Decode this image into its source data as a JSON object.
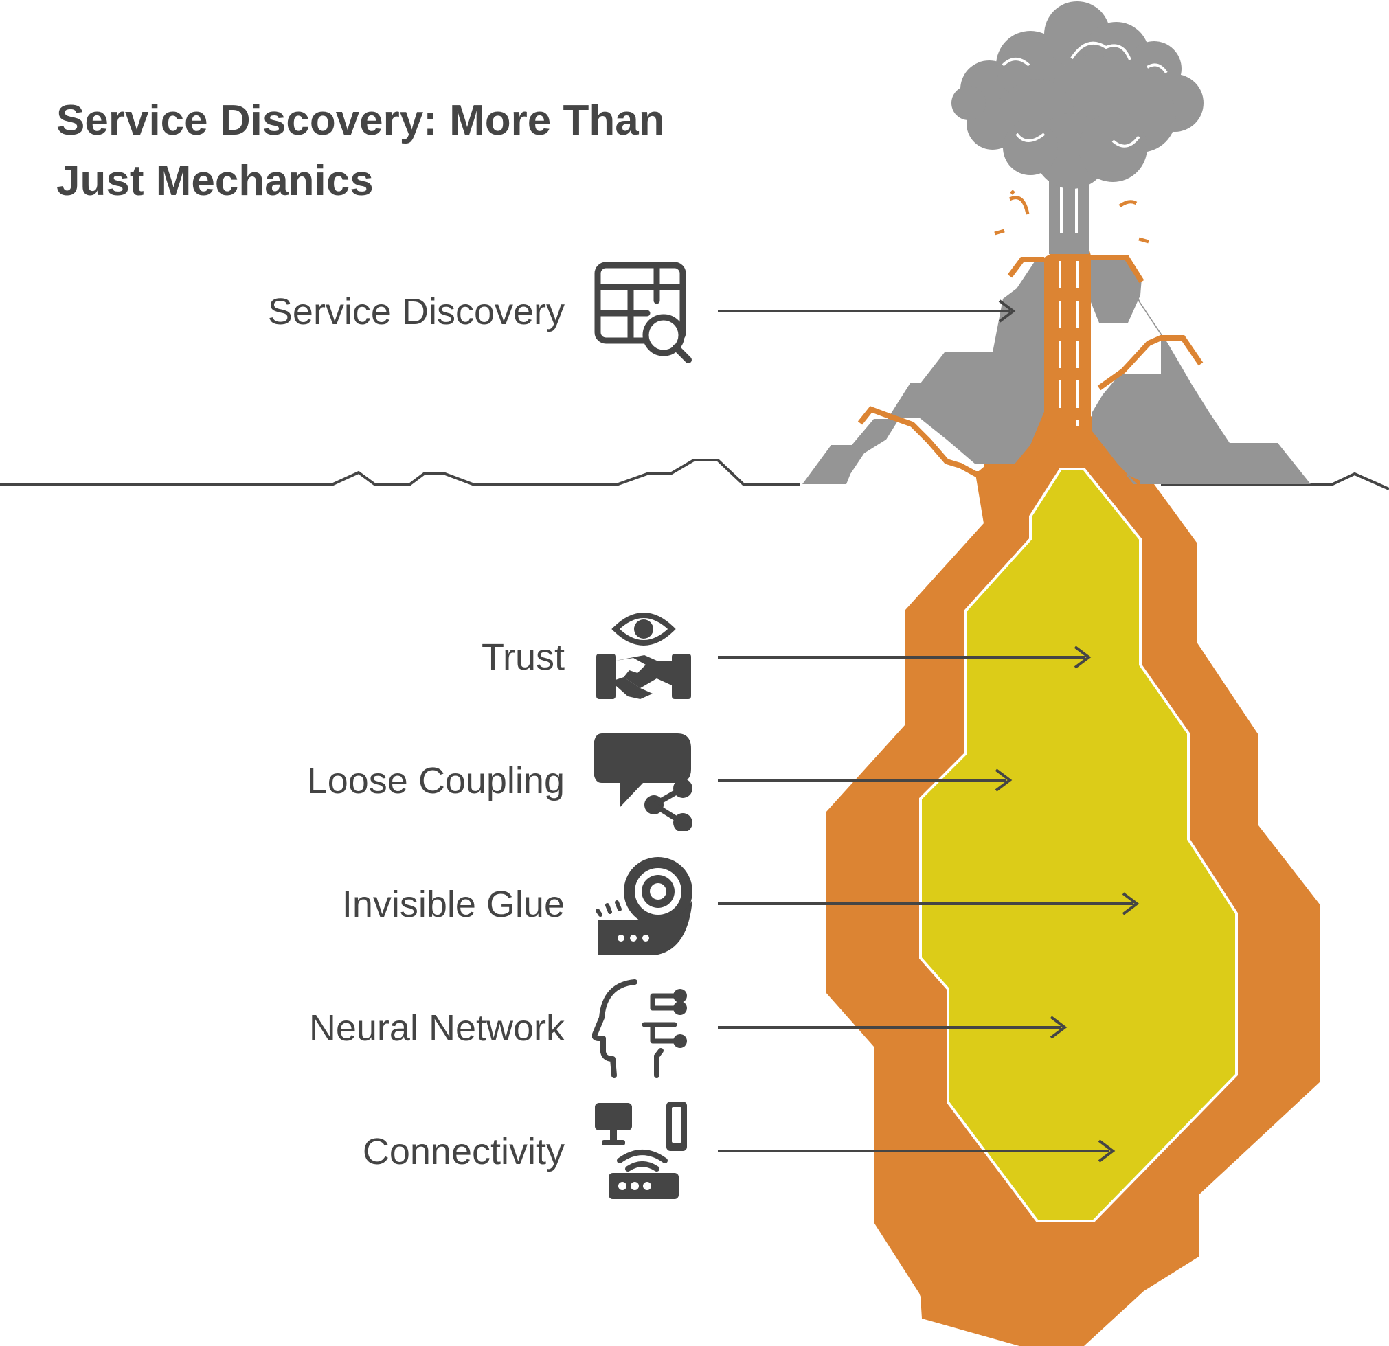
{
  "title": "Service Discovery: More Than Just Mechanics",
  "colors": {
    "ash_grey": "#959595",
    "rock_grey": "#959595",
    "lava_orange": "#dc8433",
    "magma_yellow": "#dccc18",
    "ink": "#454545",
    "background": "#ffffff"
  },
  "items": [
    {
      "label": "Service Discovery",
      "icon": "table-search-icon",
      "zone": "volcano-cone"
    },
    {
      "label": "Trust",
      "icon": "eye-handshake-icon",
      "zone": "magma-chamber"
    },
    {
      "label": "Loose Coupling",
      "icon": "chat-share-icon",
      "zone": "magma-chamber"
    },
    {
      "label": "Invisible Glue",
      "icon": "tape-roll-icon",
      "zone": "magma-chamber"
    },
    {
      "label": "Neural Network",
      "icon": "head-network-icon",
      "zone": "magma-chamber"
    },
    {
      "label": "Connectivity",
      "icon": "router-devices-icon",
      "zone": "magma-chamber"
    }
  ]
}
